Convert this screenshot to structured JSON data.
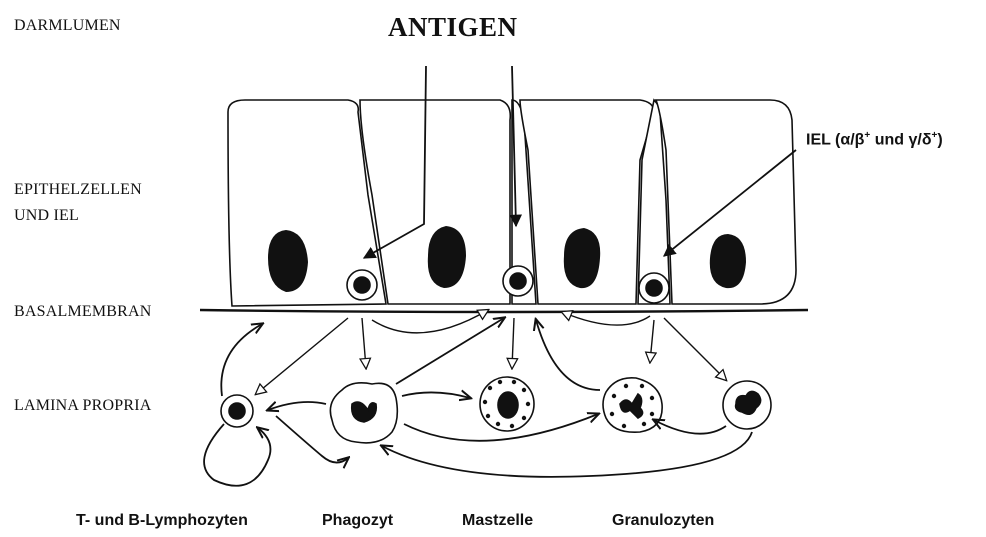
{
  "regions": {
    "lumen": "DARMLUMEN",
    "epithelium_line1": "EPITHELZELLEN",
    "epithelium_line2": "UND IEL",
    "basement_membrane": "BASALMEMBRAN",
    "lamina_propria": "LAMINA PROPRIA"
  },
  "antigen": "ANTIGEN",
  "iel": {
    "prefix": "IEL (",
    "alpha_beta": "α/β",
    "plus1": "+",
    "and": " und ",
    "gamma_delta": "γ/δ",
    "plus2": "+",
    "suffix": ")"
  },
  "cells": {
    "lymphocytes": "T- und B-Lymphozyten",
    "phagocyte": "Phagozyt",
    "mast_cell": "Mastzelle",
    "granulocytes": "Granulozyten"
  }
}
